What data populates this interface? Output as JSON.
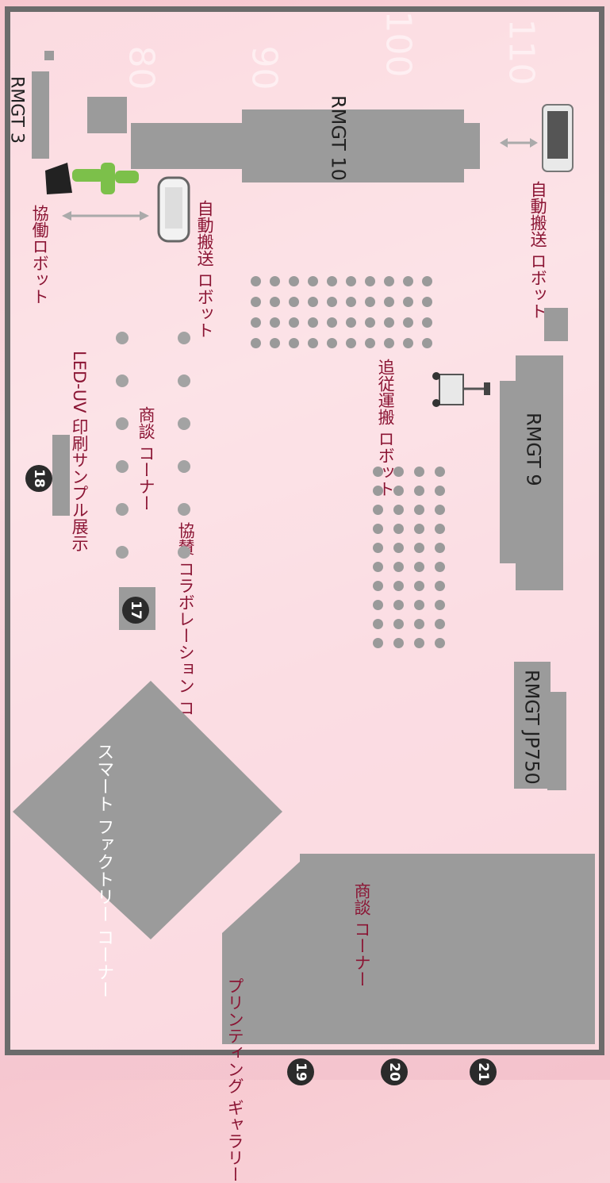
{
  "background_numbers": [
    "80",
    "90",
    "100",
    "110"
  ],
  "machines": {
    "rmgt3": "RMGT 3",
    "rmgt10": "RMGT 10",
    "rmgt9": "RMGT 9",
    "rmgtjp750": "RMGT JP750"
  },
  "labels": {
    "agv_right": "自動搬送\nロボット",
    "agv_left": "自動搬送\nロボット",
    "cobot": "協働ロボット",
    "follow_robot": "追従運搬\nロボット",
    "meeting_corner_1": "商談\nコーナー",
    "collab_corner": "協賛\nコラボレーション\nコーナー",
    "led_uv": "LED-UV 印刷サンプル展示",
    "smart_factory": "スマート\nファクトリー\nコーナー",
    "meeting_corner_2": "商談\nコーナー",
    "printing_gallery": "プリンティング\nギャラリー"
  },
  "badges": [
    "17",
    "18",
    "19",
    "20",
    "21"
  ],
  "colors": {
    "accent_text": "#8b1534",
    "booth_gray": "#9b9b9b",
    "border": "#6b6b6b"
  }
}
